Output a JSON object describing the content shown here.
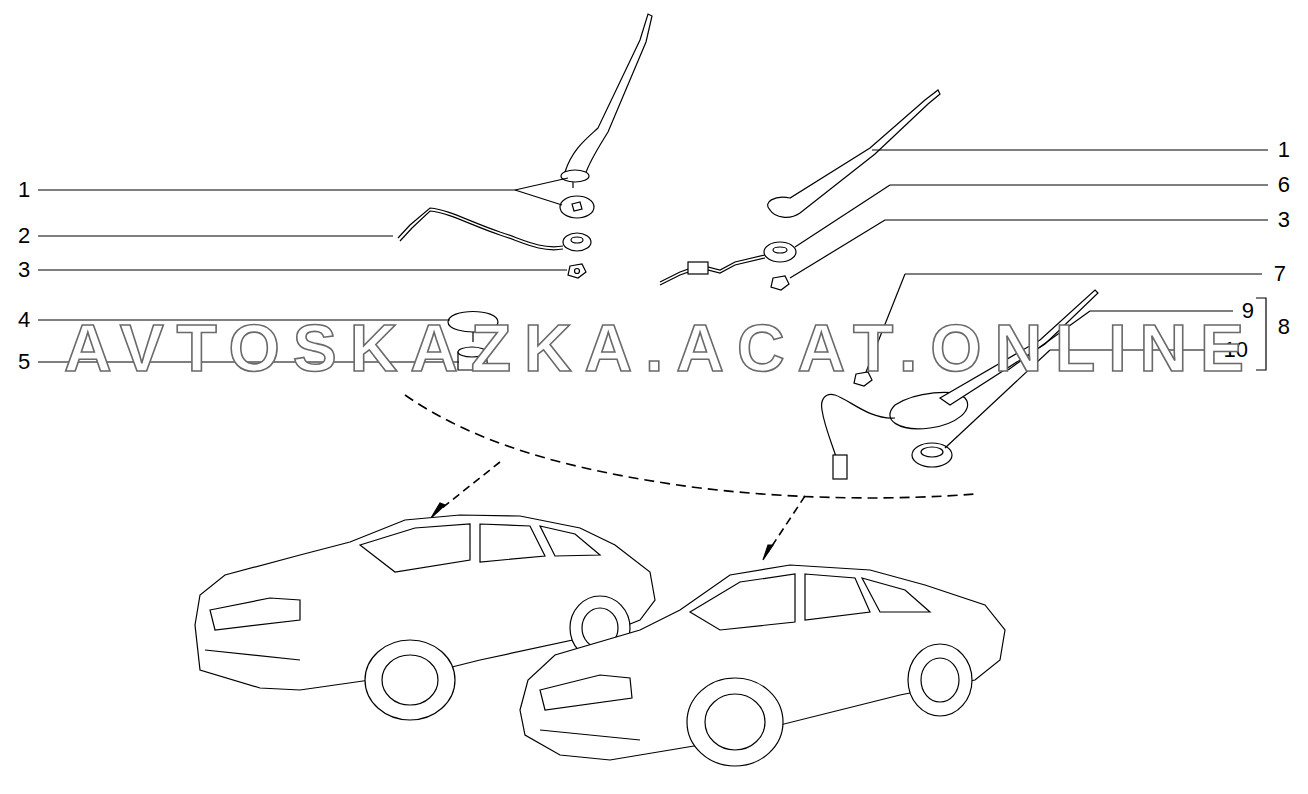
{
  "diagram": {
    "labels": [
      "1",
      "2",
      "3",
      "4",
      "5",
      "1",
      "6",
      "3",
      "7",
      "9",
      "8",
      "10",
      "AVTOSKAZKA.ACAT.ONLINE"
    ]
  }
}
